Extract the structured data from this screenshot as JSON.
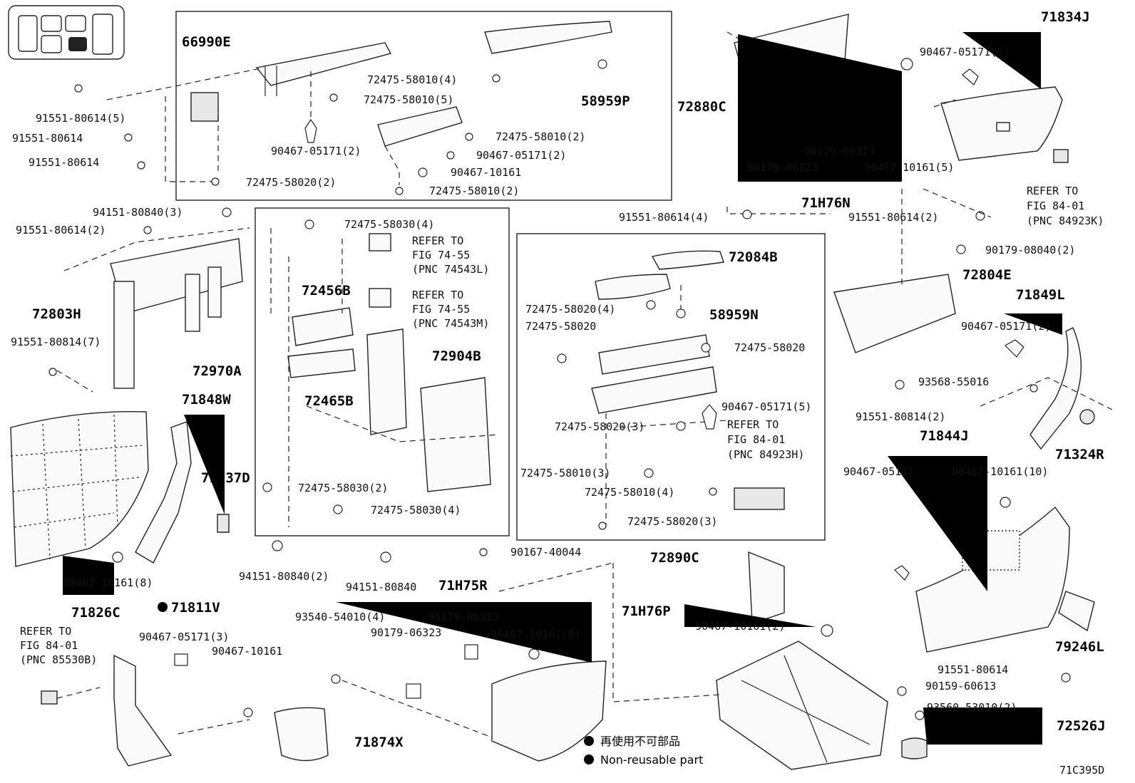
{
  "legend": {
    "icon": "filled-circle-icon",
    "ja": "再使用不可部品",
    "en": "Non-reusable part"
  },
  "figure_id": "71C395D",
  "labels": {
    "p66990E": "66990E",
    "p72880C": "72880C",
    "p58959P": "58959P",
    "p72475_58010_4": "72475-58010(4)",
    "p72475_58010_5": "72475-58010(5)",
    "p72475_58010_2a": "72475-58010(2)",
    "p90467_05171_2a": "90467-05171(2)",
    "p90467_05171_2b": "90467-05171(2)",
    "p90467_10161a": "90467-10161",
    "p72475_58020_2": "72475-58020(2)",
    "p72475_58010_2b": "72475-58010(2)",
    "p91551_80614_5": "91551-80614(5)",
    "p91551_80614a": "91551-80614",
    "p91551_80614b": "91551-80614",
    "p94151_80840_3": "94151-80840(3)",
    "p91551_80614_2a": "91551-80614(2)",
    "p72803H": "72803H",
    "p91551_80814_7": "91551-80814(7)",
    "p72475_58030_4a": "72475-58030(4)",
    "ref1_a": "REFER TO",
    "ref1_b": "FIG 74-55",
    "ref1_c": "(PNC 74543L)",
    "ref2_a": "REFER TO",
    "ref2_b": "FIG 74-55",
    "ref2_c": "(PNC 74543M)",
    "p72456B": "72456B",
    "p72904B": "72904B",
    "p72970A": "72970A",
    "p72465B": "72465B",
    "p72475_58030_2": "72475-58030(2)",
    "p72475_58030_4b": "72475-58030(4)",
    "p71848W": "71848W",
    "p79937D": "79937D",
    "p90467_10161_8a": "90467-10161(8)",
    "p71826C": "71826C",
    "p94151_80840_2": "94151-80840(2)",
    "p94151_80840": "94151-80840",
    "p90167_40044": "90167-40044",
    "p71H75R": "71H75R",
    "p71811V": "71811V",
    "ref3_a": "REFER TO",
    "ref3_b": "FIG 84-01",
    "ref3_c": "(PNC 85530B)",
    "p90467_05171_3": "90467-05171(3)",
    "p90467_10161b": "90467-10161",
    "p93540_54010_4": "93540-54010(4)",
    "p90179_06323a": "90179-06323",
    "p90179_06323b": "90179-06323",
    "p90467_10161_8b": "90467-10161(8)",
    "p71874X": "71874X",
    "p91551_80614_4": "91551-80614(4)",
    "p72084B": "72084B",
    "p72475_58020_4": "72475-58020(4)",
    "p72475_58020a": "72475-58020",
    "p58959N": "58959N",
    "p72475_58020b": "72475-58020",
    "p90467_05171_5a": "90467-05171(5)",
    "ref4_a": "REFER TO",
    "ref4_b": "FIG 84-01",
    "ref4_c": "(PNC 84923H)",
    "p72475_58020_3a": "72475-58020(3)",
    "p72475_58010_3": "72475-58010(3)",
    "p72475_58010_4b": "72475-58010(4)",
    "p72475_58020_3b": "72475-58020(3)",
    "p72890C": "72890C",
    "p71H76P": "71H76P",
    "p90467_10161_2": "90467-10161(2)",
    "p90179_06323c": "90179-06323",
    "p90179_06323d": "90179-06323",
    "p90467_10161_5": "90467-10161(5)",
    "p71H76N": "71H76N",
    "p71834J": "71834J",
    "p90467_05171_5b": "90467-05171(5)",
    "ref5_a": "REFER TO",
    "ref5_b": "FIG 84-01",
    "ref5_c": "(PNC 84923K)",
    "p91551_80614_2b": "91551-80614(2)",
    "p90179_08040_2": "90179-08040(2)",
    "p72804E": "72804E",
    "p71849L": "71849L",
    "p90467_05171_2c": "90467-05171(2)",
    "p93568_55016": "93568-55016",
    "p91551_80814_2": "91551-80814(2)",
    "p71324R": "71324R",
    "p71844J": "71844J",
    "p90467_05171": "90467-05171",
    "p90467_10161_10": "90467-10161(10)",
    "p79246L": "79246L",
    "p91551_80614c": "91551-80614",
    "p90159_60613": "90159-60613",
    "p93560_53010_2": "93560-53010(2)",
    "p72526J": "72526J"
  }
}
